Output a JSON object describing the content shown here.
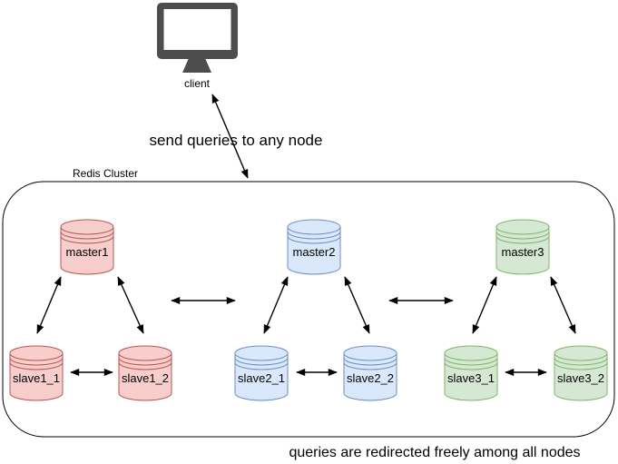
{
  "client": {
    "label": "client"
  },
  "labels": {
    "send_queries": "send queries to any node",
    "cluster": "Redis Cluster",
    "bottom_note": "queries are redirected freely among all nodes"
  },
  "colors": {
    "background": "#ffffff",
    "line": "#000000",
    "monitor_gray": "#4d4d4d",
    "red_fill": "#f8cecc",
    "red_stroke": "#b85450",
    "blue_fill": "#dae8fc",
    "blue_stroke": "#6c8ebf",
    "green_fill": "#d5e8d4",
    "green_stroke": "#82b366"
  },
  "groups": [
    {
      "master": {
        "label": "master1"
      },
      "slaves": [
        {
          "label": "slave1_1"
        },
        {
          "label": "slave1_2"
        }
      ],
      "fill": "#f8cecc",
      "stroke": "#b85450"
    },
    {
      "master": {
        "label": "master2"
      },
      "slaves": [
        {
          "label": "slave2_1"
        },
        {
          "label": "slave2_2"
        }
      ],
      "fill": "#dae8fc",
      "stroke": "#6c8ebf"
    },
    {
      "master": {
        "label": "master3"
      },
      "slaves": [
        {
          "label": "slave3_1"
        },
        {
          "label": "slave3_2"
        }
      ],
      "fill": "#d5e8d4",
      "stroke": "#82b366"
    }
  ]
}
